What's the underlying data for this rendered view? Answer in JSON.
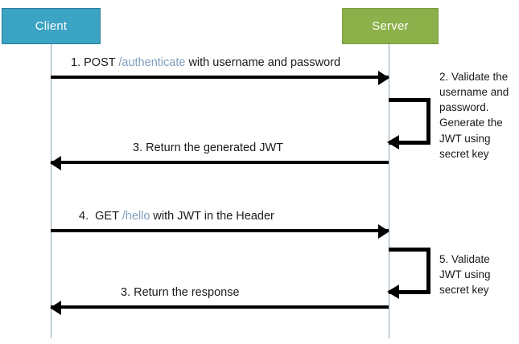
{
  "diagram": {
    "title": "JWT authentication sequence",
    "type": "sequence-diagram",
    "colors": {
      "client_box": "#3ba3c3",
      "client_border": "#2b7d98",
      "server_box": "#8cb04a",
      "server_border": "#7a9b3e",
      "lifeline": "#8fa8b5",
      "arrow": "#000000",
      "text": "#1a1a1a",
      "path_highlight": "#7f9fc0",
      "background": "#ffffff"
    }
  },
  "actors": [
    {
      "id": "client",
      "label": "Client"
    },
    {
      "id": "server",
      "label": "Server"
    }
  ],
  "messages": [
    {
      "id": "msg-1",
      "direction": "client-to-server",
      "number": "1.",
      "prefix": "1. POST ",
      "path": "/authenticate",
      "suffix": " with username and password",
      "full_label": "1. POST /authenticate with username and password"
    },
    {
      "id": "msg-2",
      "direction": "server-to-client",
      "number": "3.",
      "prefix": "3. Return the generated JWT",
      "path": "",
      "suffix": "",
      "full_label": "3. Return the generated JWT"
    },
    {
      "id": "msg-3",
      "direction": "client-to-server",
      "number": "4.",
      "prefix": "4.  GET ",
      "path": "/hello",
      "suffix": " with JWT in the Header",
      "full_label": "4.  GET /hello with JWT in the Header"
    },
    {
      "id": "msg-4",
      "direction": "server-to-client",
      "number": "3.",
      "prefix": "3. Return the response",
      "path": "",
      "suffix": "",
      "full_label": "3. Return the response"
    }
  ],
  "self_actions": [
    {
      "id": "loop-1",
      "actor": "server",
      "note": "2. Validate the username and password. Generate the JWT using secret key"
    },
    {
      "id": "loop-2",
      "actor": "server",
      "note": "5. Validate JWT using secret key"
    }
  ]
}
